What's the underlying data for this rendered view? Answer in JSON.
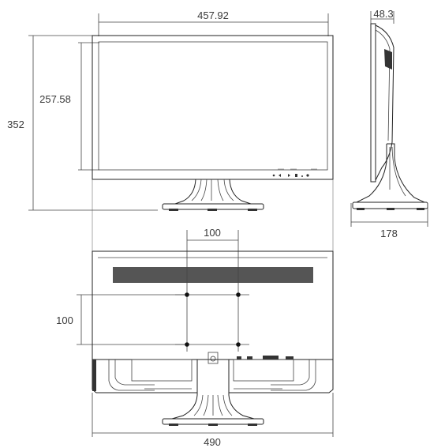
{
  "dimensions": {
    "front_width": "457.92",
    "side_depth": "48.3",
    "screen_height": "257.58",
    "overall_height": "352",
    "stand_depth": "178",
    "vesa_horizontal": "100",
    "vesa_vertical": "100",
    "overall_width": "490"
  }
}
